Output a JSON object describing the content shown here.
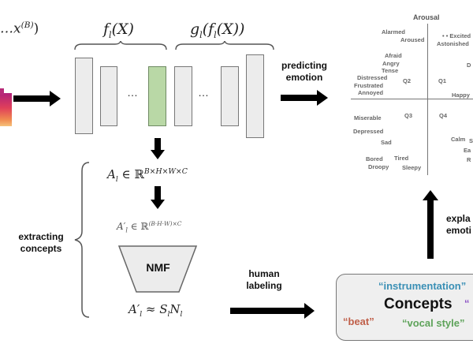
{
  "input": {
    "batch_formula": "…x",
    "batch_superscript": "(B)",
    "batch_close": ")"
  },
  "encoder": {
    "label_func": "f",
    "label_sub": "l",
    "label_arg": "(X)"
  },
  "decoder": {
    "label_func": "g",
    "label_sub": "l",
    "label_arg": "(f",
    "label_sub2": "l",
    "label_arg2": "(X))"
  },
  "ellipsis": "…",
  "arrows": {
    "predicting_label_line1": "predicting",
    "predicting_label_line2": "emotion",
    "human_label_line1": "human",
    "human_label_line2": "labeling",
    "explaining_label_line1": "expla",
    "explaining_label_line2": "emoti"
  },
  "extraction": {
    "side_label_line1": "extracting",
    "side_label_line2": "concepts",
    "activation": "A",
    "activation_sub": "l",
    "activation_in": " ∈ ℝ",
    "activation_shape": "B×H×W×C",
    "reshaped": "A′",
    "reshaped_sub": "l",
    "reshaped_in": " ∈ ℝ",
    "reshaped_shape": "(B·H·W)×C",
    "nmf_label": "NMF",
    "factorization_lhs": "A′",
    "factorization_lhs_sub": "l",
    "factorization_approx": " ≈ S",
    "factorization_s_sub": "l",
    "factorization_n": "N",
    "factorization_n_sub": "l"
  },
  "emotion_plane": {
    "axis_label": "Arousal",
    "quadrants": [
      "Q1",
      "Q2",
      "Q3",
      "Q4"
    ],
    "emotions": {
      "alarmed": "Alarmed",
      "aroused": "Aroused",
      "excited": "Excited",
      "astonished": "Astonished",
      "delighted_partial": "D",
      "afraid": "Afraid",
      "angry": "Angry",
      "tense": "Tense",
      "distressed": "Distressed",
      "frustrated": "Frustrated",
      "annoyed": "Annoyed",
      "happy": "Happy",
      "miserable": "Miserable",
      "depressed": "Depressed",
      "sad": "Sad",
      "bored": "Bored",
      "tired": "Tired",
      "droopy": "Droopy",
      "sleepy": "Sleepy",
      "calm": "Calm",
      "serene_partial": "S",
      "ease_partial": "Ea",
      "relaxed_partial": "R"
    }
  },
  "concepts": {
    "title": "Concepts",
    "instrumentation": "“instrumentation”",
    "beat": "“beat”",
    "vocal_style": "“vocal style”",
    "partial": "“",
    "colors": {
      "instrumentation": "#3a8fb5",
      "beat": "#c0604a",
      "vocal_style": "#5ea35a",
      "partial": "#8a4fc4"
    }
  }
}
